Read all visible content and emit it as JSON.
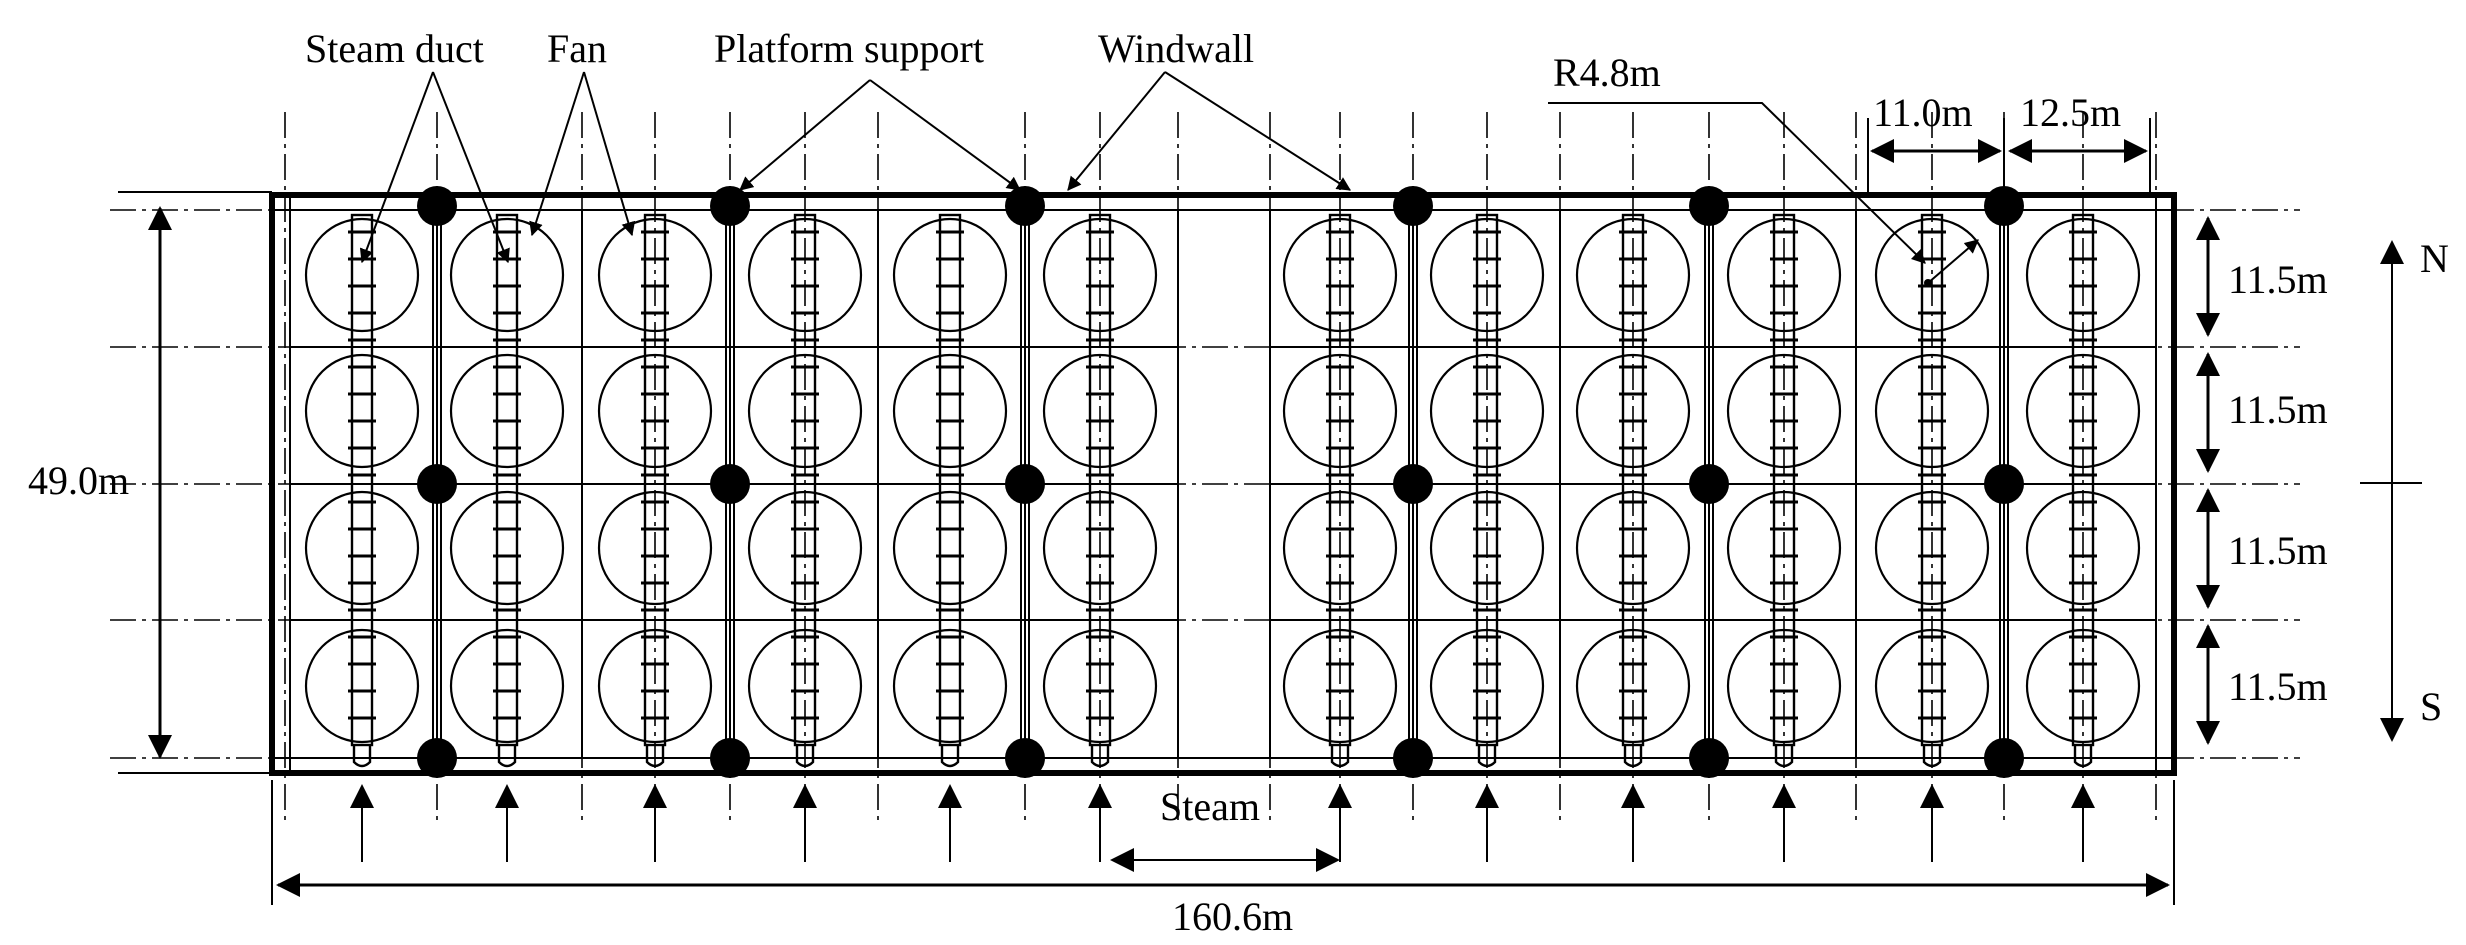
{
  "labels": {
    "steam_duct": "Steam duct",
    "fan": "Fan",
    "platform_support": "Platform support",
    "windwall": "Windwall",
    "radius": "R4.8m",
    "unit_width_a": "11.0m",
    "unit_width_b": "12.5m",
    "total_depth": "49.0m",
    "row_depth": "11.5m",
    "steam": "Steam",
    "total_length": "160.6m",
    "north": "N",
    "south": "S"
  },
  "layout_info": {
    "rows": 4,
    "columns_total": 12,
    "columns_per_half": 6,
    "halves": 2
  },
  "colors": {
    "line": "#000000",
    "background": "#ffffff"
  }
}
